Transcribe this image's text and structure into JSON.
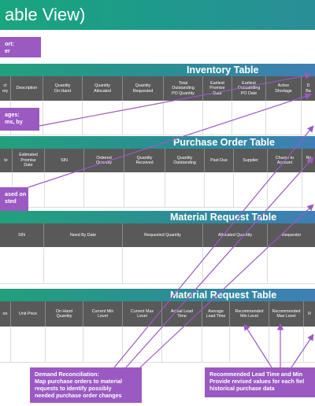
{
  "title": "able View)",
  "callouts": {
    "c1": [
      "ort:",
      "er"
    ],
    "c2": [
      "ages:",
      "ms, by"
    ],
    "c3": [
      "ased on",
      "sted"
    ],
    "c4": [
      "Demand Reconciliation:",
      "Map purchase orders to material",
      "requests to identify possibly",
      "needed purchase order changes"
    ],
    "c5": [
      "Recommended Lead Time and Min",
      "Provide revised values for each fiel",
      "historical purchase data"
    ]
  },
  "tables": {
    "inventory": {
      "title": "Inventory Table",
      "headers": [
        "ct\nory",
        "Description",
        "Quantity\nOn Hand",
        "Quantity\nAllocated",
        "Quantity\nRequested",
        "Total\nOutstanding\nPO Quantity",
        "Earliest\nPromise\nDate",
        "Earliest\nOutstanding\nPO Date",
        "Active\nShortage",
        "D\nBa"
      ]
    },
    "purchase_order": {
      "title": "Purchase Order Table",
      "headers": [
        "te",
        "Estimated\nPromise\nDate",
        "SIN",
        "Ordered\nQuantity",
        "Quantity\nReceived",
        "Quantity\nOutstanding",
        "Past Due",
        "Supplier",
        "Charge to\nAccount",
        "Re\nT"
      ]
    },
    "material_request_1": {
      "title": "Material Request Table",
      "headers": [
        "SIN",
        "Need By Date",
        "Requested Quantity",
        "Allocated Quantity",
        "Requestor"
      ]
    },
    "material_request_2": {
      "title": "Material Request Table",
      "headers": [
        "on",
        "Unit Price",
        "On Hand\nQuantity",
        "Current Min\nLevel",
        "Current Max\nLevel",
        "Actual Lead\nTime",
        "Average\nLead Time",
        "Recommended\nMin Level",
        "Recommended\nMax Level",
        "R"
      ]
    }
  },
  "colors": {
    "callout": "#9b59c2",
    "header_row": "#595959",
    "band_start": "#22a07c",
    "band_end": "#3f7fb6"
  }
}
